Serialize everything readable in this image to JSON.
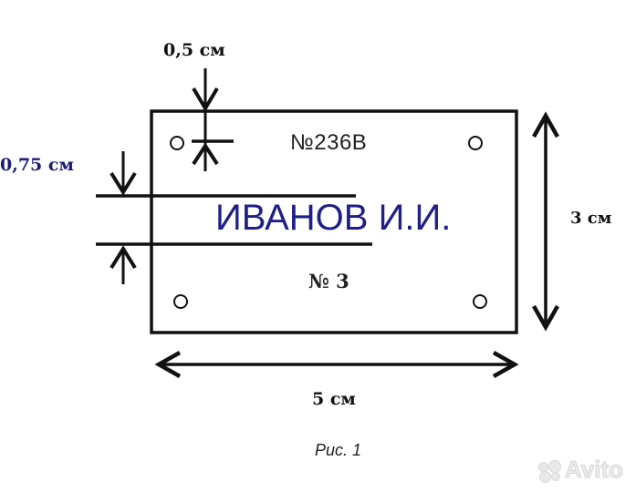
{
  "figure": {
    "caption": "Рис. 1"
  },
  "plate": {
    "code": "№236В",
    "name": "ИВАНОВ И.И.",
    "number": "№ 3",
    "mounting_holes": 4
  },
  "dimensions": {
    "top_margin": "0,5 см",
    "text_height": "0,75 см",
    "height": "3 см",
    "width": "5 см"
  },
  "colors": {
    "line": "#111111",
    "name_text": "#1f1f8c",
    "text_height_label": "#1c1c7a",
    "background": "#ffffff"
  },
  "watermark": {
    "text": "Avito"
  }
}
